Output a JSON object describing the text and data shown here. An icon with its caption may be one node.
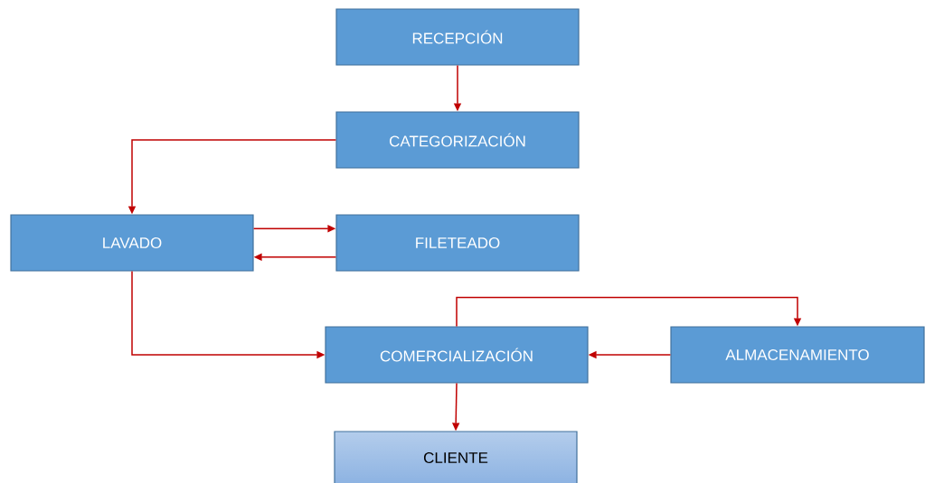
{
  "diagram": {
    "nodes": [
      {
        "text": [
          "RECEPCIÓN"
        ]
      },
      {
        "text": [
          "CATEGORIZACIÓN"
        ]
      },
      {
        "text": [
          "LAVADO"
        ]
      },
      {
        "text": [
          "FILETEADO"
        ]
      },
      {
        "text": [
          "COMERCIALIZACIÓN"
        ]
      },
      {
        "text": [
          "ALMACENAMIENTO"
        ]
      },
      {
        "text": [
          "CLIENTE"
        ]
      }
    ],
    "edges": [
      {
        "from": 0,
        "to": 1,
        "arrow": "to"
      },
      {
        "from": 1,
        "to": 2,
        "arrow": "to"
      },
      {
        "from": 2,
        "to": 3,
        "arrow": "to"
      },
      {
        "from": 3,
        "to": 2,
        "arrow": "to"
      },
      {
        "from": 2,
        "to": 4,
        "arrow": "to"
      },
      {
        "from": 4,
        "to": 5,
        "arrow": "to"
      },
      {
        "from": 5,
        "to": 4,
        "arrow": "to"
      },
      {
        "from": 4,
        "to": 6,
        "arrow": "to"
      }
    ]
  }
}
